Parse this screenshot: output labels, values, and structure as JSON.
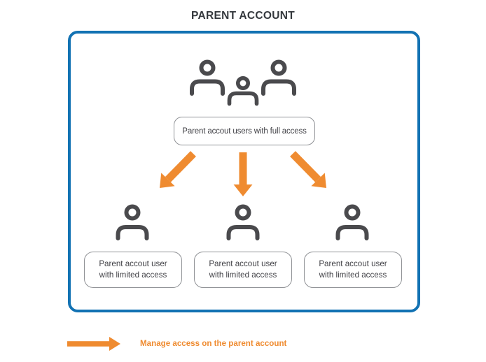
{
  "title": "PARENT ACCOUNT",
  "diagram": {
    "full_access_node": {
      "label": "Parent accout users with full access"
    },
    "limited_nodes": [
      {
        "line1": "Parent accout user",
        "line2": "with limited access"
      },
      {
        "line1": "Parent accout user",
        "line2": "with limited access"
      },
      {
        "line1": "Parent accout user",
        "line2": "with limited access"
      }
    ],
    "icons": {
      "top_group": "users-group-icon",
      "bottom_users": [
        "user-icon",
        "user-icon",
        "user-icon"
      ],
      "arrows": [
        "arrow-down-left-icon",
        "arrow-down-icon",
        "arrow-down-right-icon"
      ]
    }
  },
  "legend": {
    "label": "Manage access on the parent account",
    "icon": "right-arrow-icon"
  },
  "colors": {
    "frame_blue": "#1272B3",
    "arrow_orange": "#EF8B30",
    "icon_gray": "#4A4A4D",
    "node_border_gray": "#909296",
    "text_dark": "#3F3F44",
    "title_dark": "#33373C"
  }
}
